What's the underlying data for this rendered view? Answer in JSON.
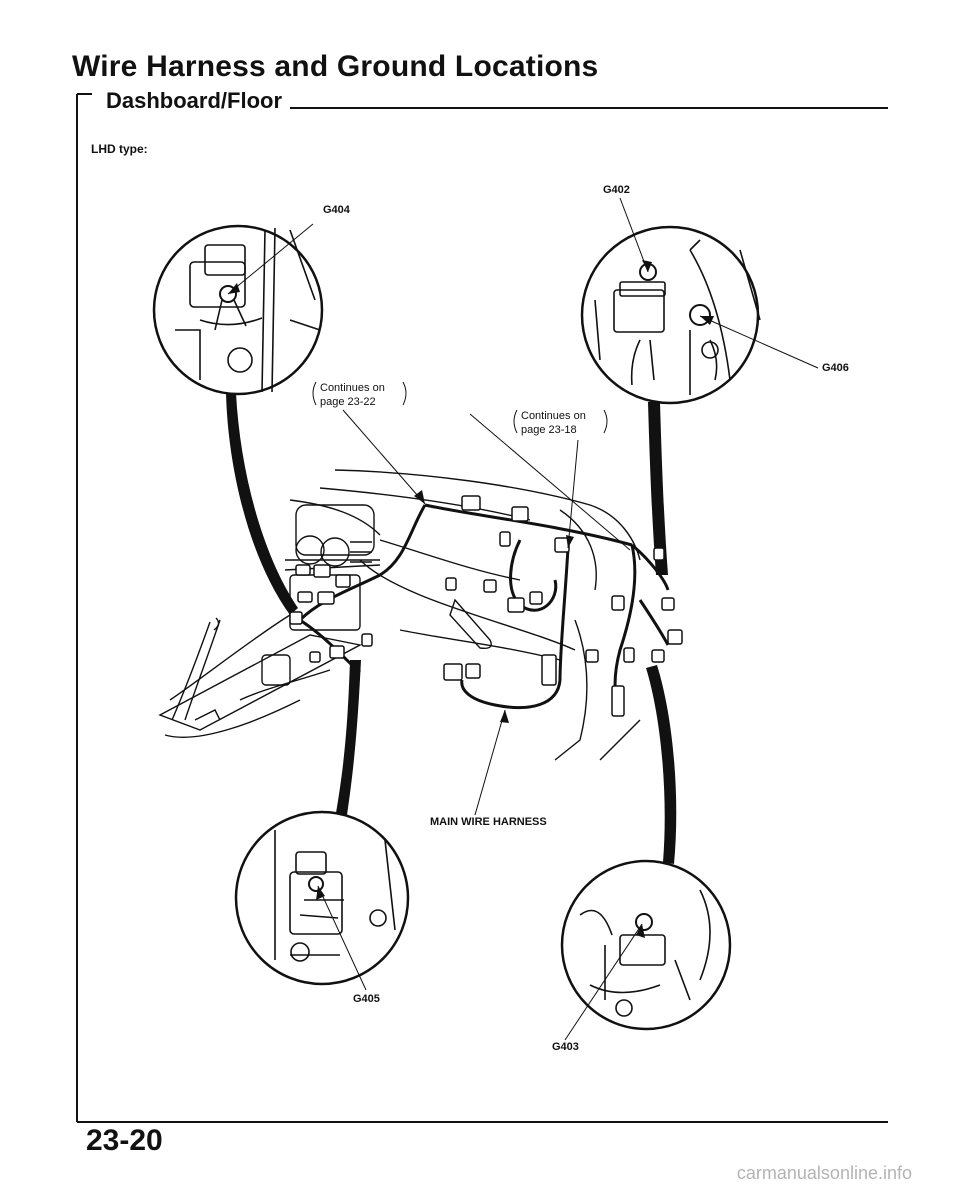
{
  "header": {
    "title": "Wire Harness and Ground Locations",
    "subtitle": "Dashboard/Floor"
  },
  "variant_label": "LHD type:",
  "grounds": {
    "g402": "G402",
    "g403": "G403",
    "g404": "G404",
    "g405": "G405",
    "g406": "G406"
  },
  "continues": {
    "left": {
      "line1": "Continues on",
      "line2": "page 23-22"
    },
    "right": {
      "line1": "Continues on",
      "line2": "page 23-18"
    }
  },
  "harness_label": "MAIN WIRE HARNESS",
  "footer": {
    "page_number": "23-20",
    "watermark": "carmanualsonline.info"
  }
}
